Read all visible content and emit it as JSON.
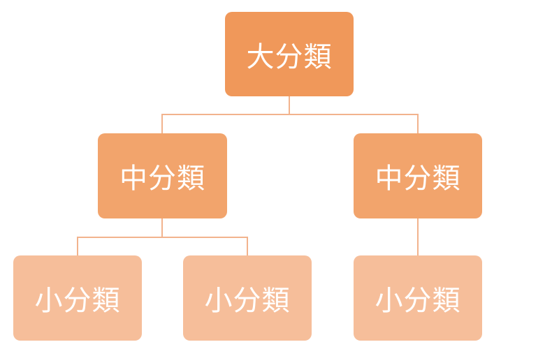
{
  "colors": {
    "level1": "#f0985a",
    "level2": "#f2a46c",
    "level3": "#f6be9a",
    "connector": "#f2b38d"
  },
  "nodes": {
    "root": {
      "label": "大分類"
    },
    "mid_left": {
      "label": "中分類"
    },
    "mid_right": {
      "label": "中分類"
    },
    "leaf_1": {
      "label": "小分類"
    },
    "leaf_2": {
      "label": "小分類"
    },
    "leaf_3": {
      "label": "小分類"
    }
  }
}
